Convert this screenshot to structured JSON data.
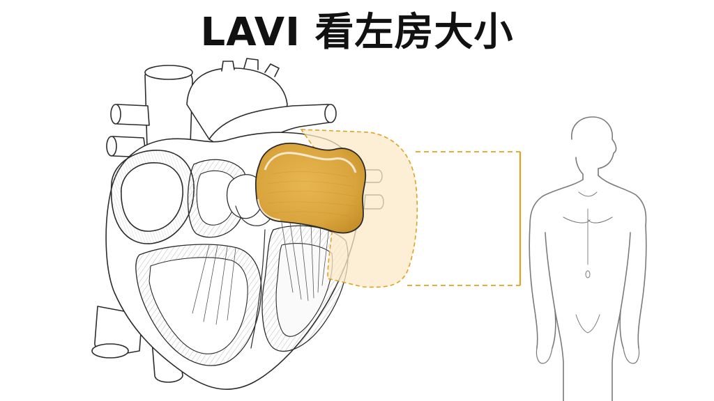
{
  "title": "LAVI 看左房大小",
  "colors": {
    "highlight_fill": "#e3b04f",
    "highlight_glow": "#fbe9c8",
    "bracket": "#e1a21f",
    "line": "#2b2b2b",
    "body_line": "#7a7a7a"
  },
  "icons": {
    "heart": "heart-illustration",
    "left_atrium": "left-atrium-highlight",
    "human": "human-silhouette"
  }
}
